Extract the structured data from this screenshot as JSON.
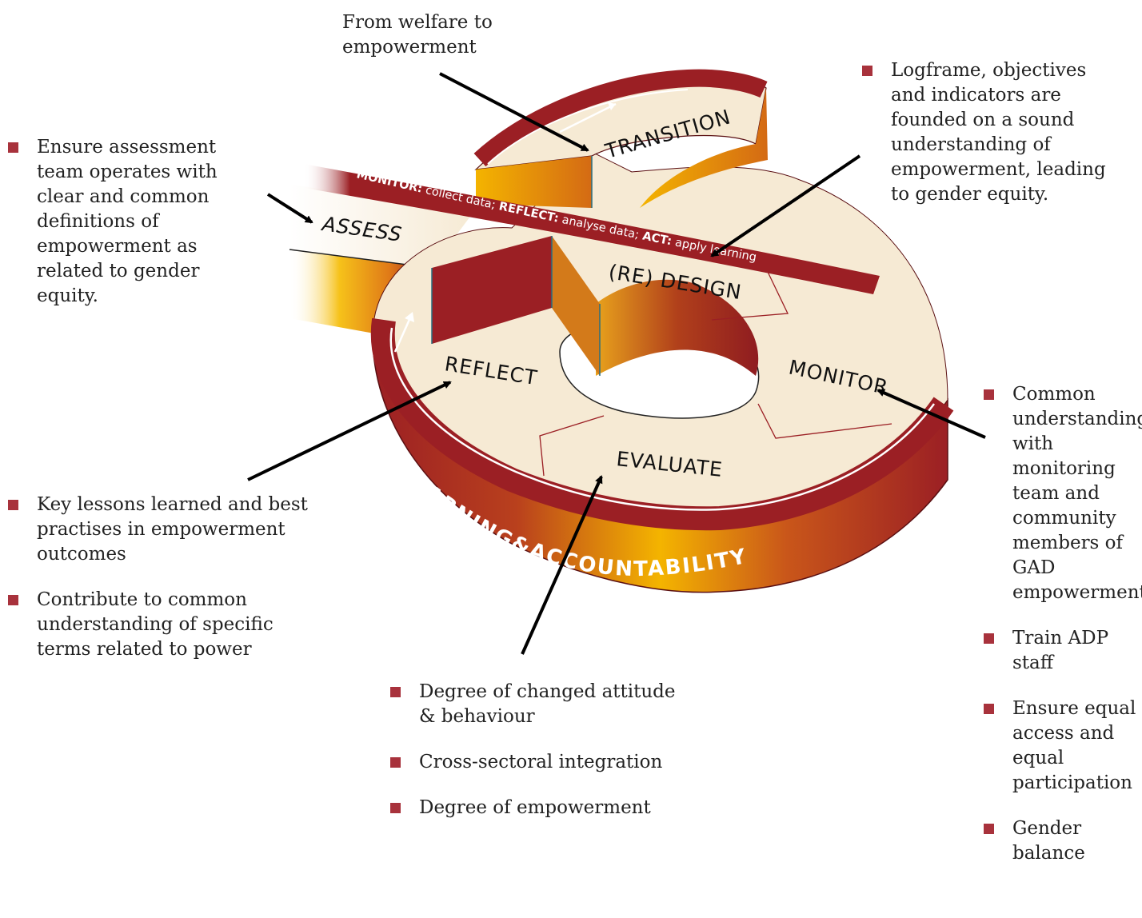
{
  "colors": {
    "maroon": "#9b1f24",
    "maroon_dark": "#6e1416",
    "cream": "#f6ead4",
    "gold": "#f4b400",
    "orange": "#d9731a",
    "bullet": "#a8323c"
  },
  "top_label": {
    "line1": "From welfare to",
    "line2": "empowerment"
  },
  "stages": {
    "transition": "TRANSITION",
    "assess": "ASSESS",
    "redesign": "(RE) DESIGN",
    "reflect": "REFLECT",
    "monitor": "MONITOR",
    "evaluate": "EVALUATE"
  },
  "band": {
    "monitor_label": "MONITOR:",
    "monitor_text": " collect data; ",
    "reflect_label": "REFLECT:",
    "reflect_text": " analyse data; ",
    "act_label": "ACT:",
    "act_text": " apply learning"
  },
  "rim_text": "LEARNING&ACCOUNTABILITY",
  "notes": {
    "top_left": [
      "Ensure assessment team operates with clear and common definitions of empowerment as related to gender equity."
    ],
    "top_right": [
      "Logframe, objectives and indicators are founded on a sound understanding of empowerment, leading to gender equity."
    ],
    "left": [
      "Key lessons learned and best practises in empowerment outcomes",
      "Contribute to common understanding of specific terms related to power"
    ],
    "bottom": [
      "Degree of changed attitude & behaviour",
      "Cross-sectoral integration",
      "Degree of empowerment"
    ],
    "right": [
      "Common understanding with monitoring team and community members of GAD empowerment",
      "Train ADP staff",
      "Ensure equal access and equal participation",
      "Gender balance"
    ]
  }
}
